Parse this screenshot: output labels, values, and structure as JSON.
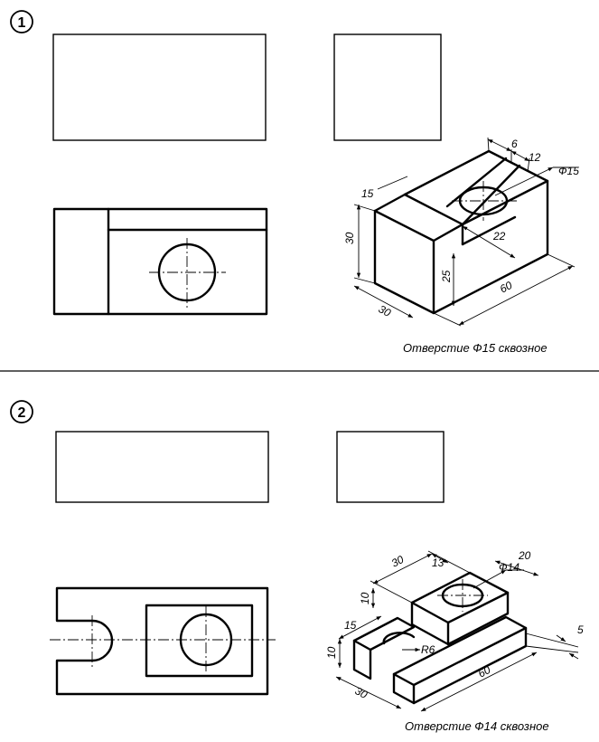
{
  "task1": {
    "number": "1",
    "note": "Отверстие  Ф15 сквозное",
    "dims": {
      "d6": "6",
      "d12": "12",
      "d15dia": "Ф15",
      "d15": "15",
      "d30h": "30",
      "d22": "22",
      "d25": "25",
      "d30w": "30",
      "d60": "60"
    }
  },
  "task2": {
    "number": "2",
    "note": "Отверстие  Ф14 сквозное",
    "dims": {
      "d30t": "30",
      "d13": "13",
      "d20": "20",
      "d14dia": "Ф14",
      "d10t": "10",
      "d15": "15",
      "d10b": "10",
      "r6": "R6",
      "d5": "5",
      "d60": "60",
      "d30b": "30"
    }
  }
}
